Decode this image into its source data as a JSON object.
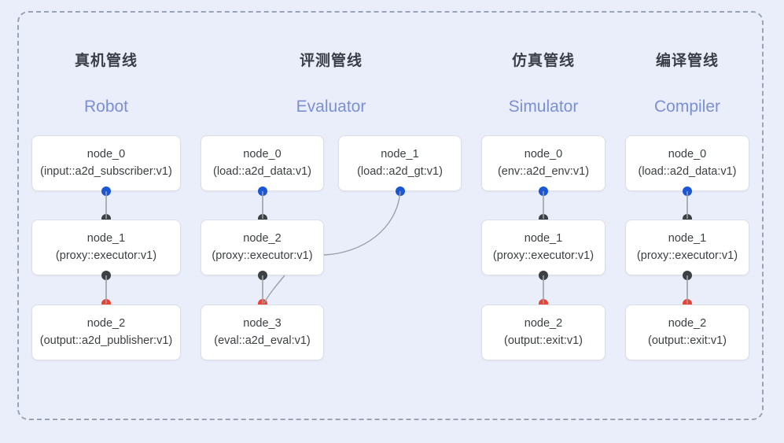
{
  "frame": {
    "border_style": "dashed",
    "border_color": "#9aa3b5",
    "background": "#eaeefa"
  },
  "colors": {
    "background": "#eaeefa",
    "node_fill": "#ffffff",
    "node_border": "#dcdfe6",
    "title_cn": "#3a3f47",
    "title_en": "#7b8fd4",
    "node_text": "#3c4043",
    "port_blue": "#1a56d6",
    "port_red": "#ea4335",
    "port_black": "#3c4043",
    "edge_line": "#9aa0a6"
  },
  "columns": [
    {
      "id": "robot",
      "title_cn": "真机管线",
      "title_en": "Robot",
      "nodes": [
        {
          "name": "node_0",
          "spec": "(input::a2d_subscriber:v1)"
        },
        {
          "name": "node_1",
          "spec": "(proxy::executor:v1)"
        },
        {
          "name": "node_2",
          "spec": "(output::a2d_publisher:v1)"
        }
      ]
    },
    {
      "id": "evaluator",
      "title_cn": "评测管线",
      "title_en": "Evaluator",
      "nodes": [
        {
          "name": "node_0",
          "spec": "(load::a2d_data:v1)"
        },
        {
          "name": "node_1",
          "spec": "(load::a2d_gt:v1)"
        },
        {
          "name": "node_2",
          "spec": "(proxy::executor:v1)"
        },
        {
          "name": "node_3",
          "spec": "(eval::a2d_eval:v1)"
        }
      ]
    },
    {
      "id": "simulator",
      "title_cn": "仿真管线",
      "title_en": "Simulator",
      "nodes": [
        {
          "name": "node_0",
          "spec": "(env::a2d_env:v1)"
        },
        {
          "name": "node_1",
          "spec": "(proxy::executor:v1)"
        },
        {
          "name": "node_2",
          "spec": "(output::exit:v1)"
        }
      ]
    },
    {
      "id": "compiler",
      "title_cn": "编译管线",
      "title_en": "Compiler",
      "nodes": [
        {
          "name": "node_0",
          "spec": "(load::a2d_data:v1)"
        },
        {
          "name": "node_1",
          "spec": "(proxy::executor:v1)"
        },
        {
          "name": "node_2",
          "spec": "(output::exit:v1)"
        }
      ]
    }
  ]
}
